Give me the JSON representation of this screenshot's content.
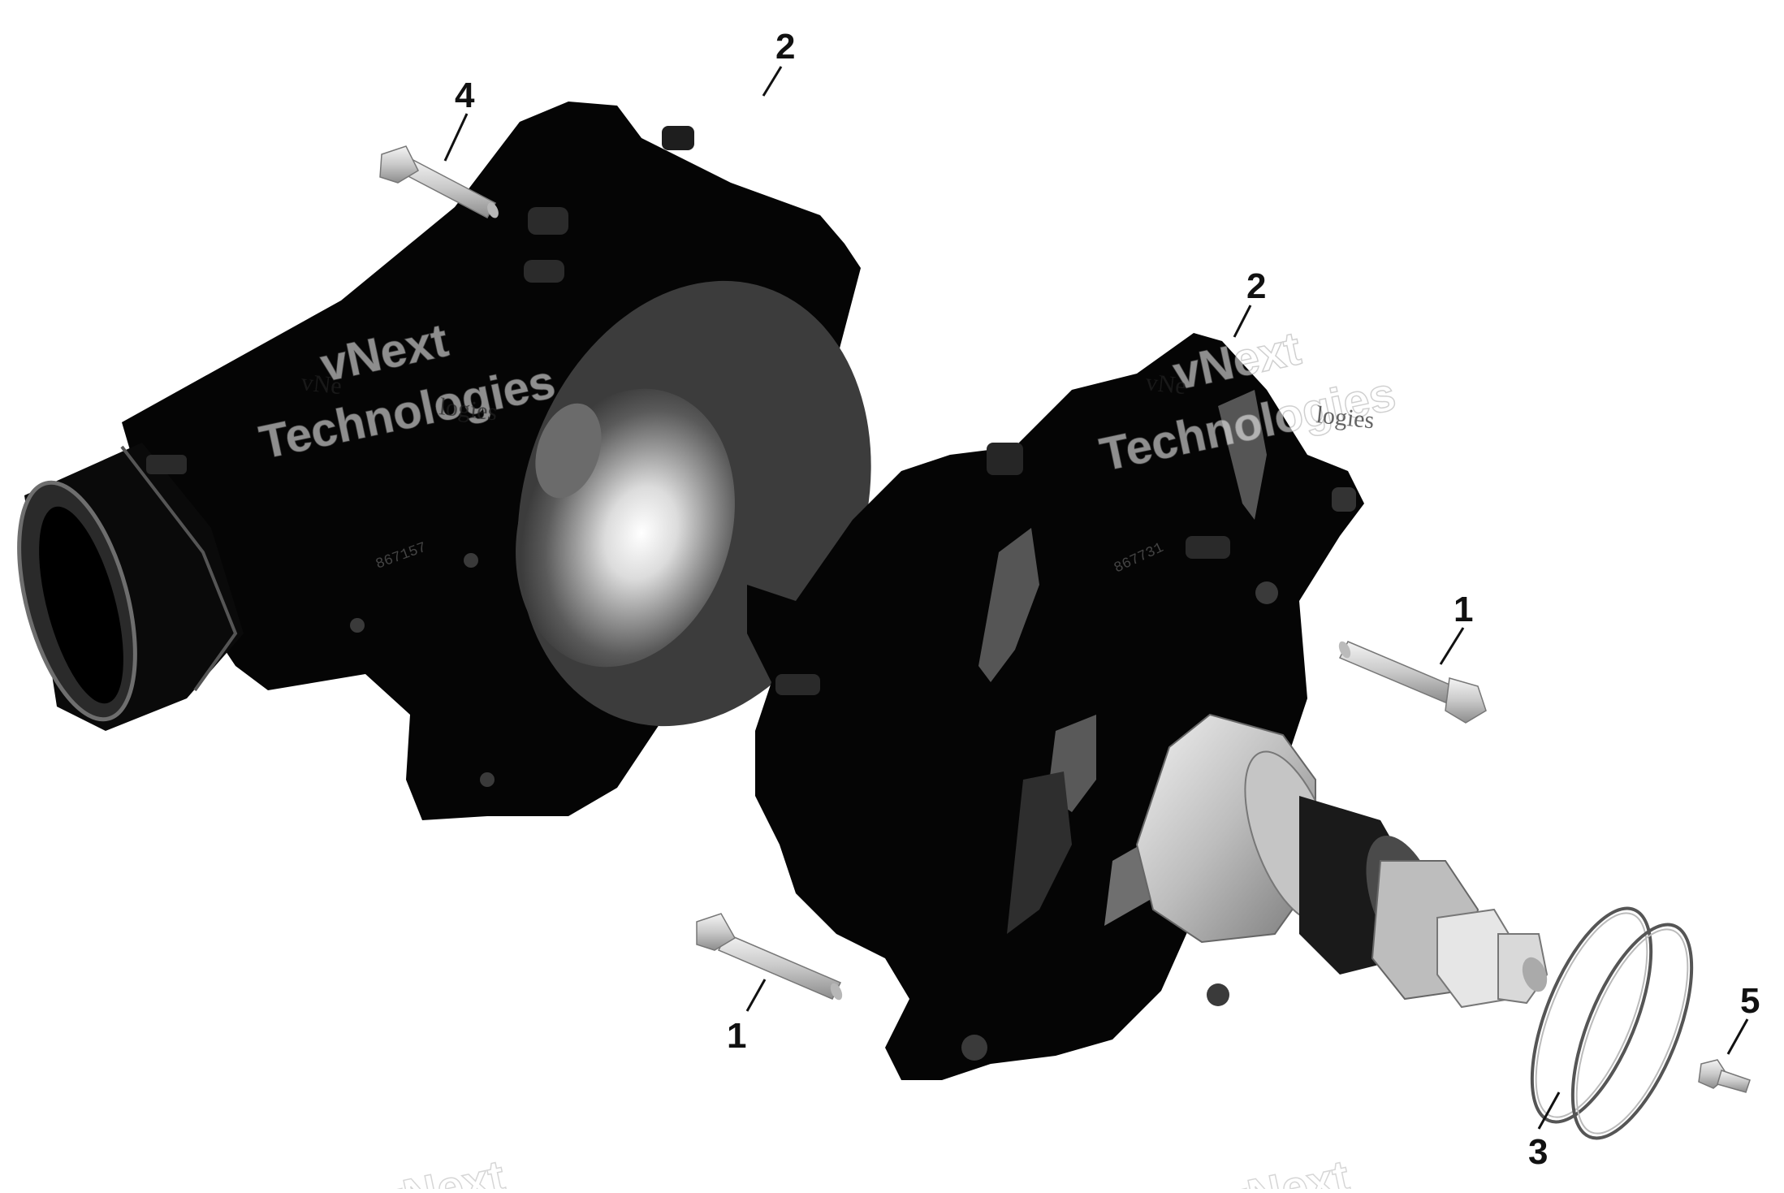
{
  "callouts": [
    {
      "id": "c2a",
      "label": "2"
    },
    {
      "id": "c4",
      "label": "4"
    },
    {
      "id": "c2b",
      "label": "2"
    },
    {
      "id": "c1a",
      "label": "1"
    },
    {
      "id": "c1b",
      "label": "1"
    },
    {
      "id": "c5",
      "label": "5"
    },
    {
      "id": "c3",
      "label": "3"
    }
  ],
  "watermark": {
    "line1": "vNext",
    "line2": "Technologies",
    "small_a": "vNe",
    "small_b": "logies"
  },
  "part_stamps": {
    "left_cover": "867157",
    "right_cover": "867731"
  },
  "colors": {
    "part_black": "#050505",
    "face_gray": "#3c3c3c",
    "metal_light": "#cfcfcf",
    "metal_mid": "#9a9a9a",
    "line": "#111111"
  }
}
